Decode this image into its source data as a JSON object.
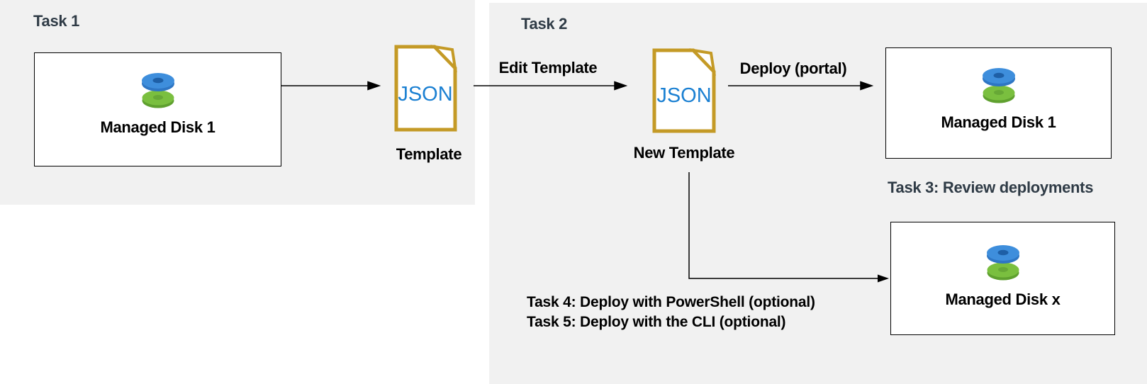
{
  "headings": {
    "task1": "Task 1",
    "task2": "Task 2",
    "task3": "Task 3: Review deployments",
    "task4": "Task 4: Deploy with PowerShell (optional)",
    "task5": "Task 5: Deploy with the CLI (optional)"
  },
  "nodes": {
    "source_disk": {
      "label": "Managed Disk 1"
    },
    "portal_disk": {
      "label": "Managed Disk 1"
    },
    "cli_disk": {
      "label": "Managed Disk x"
    },
    "template": {
      "file_text": "JSON",
      "caption": "Template"
    },
    "new_template": {
      "file_text": "JSON",
      "caption": "New Template"
    }
  },
  "edges": {
    "export_template": {
      "label": ""
    },
    "edit_template": {
      "label": "Edit Template"
    },
    "deploy_portal": {
      "label": "Deploy (portal)"
    },
    "deploy_cli": {
      "label": ""
    }
  },
  "colors": {
    "panel_bg": "#F1F1F1",
    "heading": "#2F3B46",
    "gold": "#C49A26",
    "json_blue": "#1B80D2",
    "disk_blue": "#3E8EDC",
    "disk_blue_dark": "#2E76C4",
    "disk_blue_hole": "#1E5FA6",
    "disk_green": "#7ABF3F",
    "disk_green_dark": "#5FA02F",
    "disk_green_hole": "#67A836",
    "line": "#000000"
  }
}
